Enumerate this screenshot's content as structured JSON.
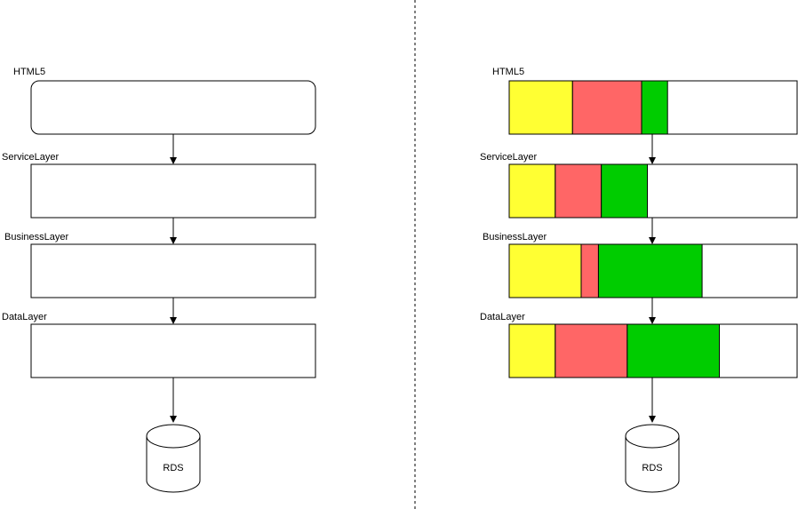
{
  "left": {
    "layers": [
      {
        "label": "HTML5"
      },
      {
        "label": "ServiceLayer"
      },
      {
        "label": "BusinessLayer"
      },
      {
        "label": "DataLayer"
      }
    ],
    "db_label": "RDS"
  },
  "right": {
    "layers": [
      {
        "label": "HTML5",
        "segments": [
          0.22,
          0.24,
          0.09
        ]
      },
      {
        "label": "ServiceLayer",
        "segments": [
          0.16,
          0.16,
          0.16
        ]
      },
      {
        "label": "BusinessLayer",
        "segments": [
          0.25,
          0.06,
          0.36
        ]
      },
      {
        "label": "DataLayer",
        "segments": [
          0.16,
          0.25,
          0.32
        ]
      }
    ],
    "db_label": "RDS"
  },
  "colors": {
    "segment_1": "#ffff33",
    "segment_2": "#ff6666",
    "segment_3": "#00cc00",
    "stroke": "#000000",
    "fill": "#ffffff"
  }
}
